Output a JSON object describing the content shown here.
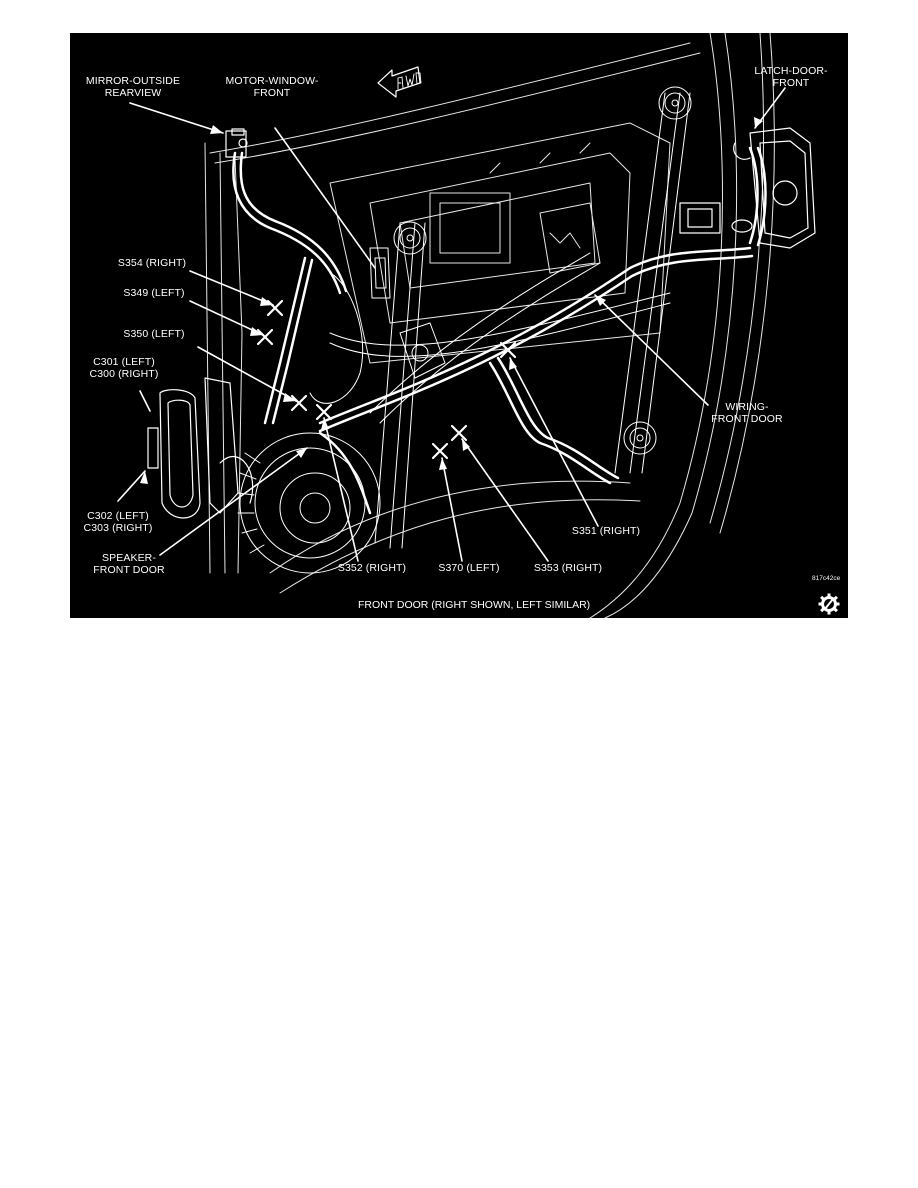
{
  "figure": {
    "caption": "FRONT DOOR  (RIGHT SHOWN, LEFT SIMILAR)",
    "figure_code": "817c42ce",
    "direction_indicator": "FWD",
    "background_color": "#000000",
    "line_color": "#ffffff",
    "icons": [
      "fwd-arrow-icon",
      "gear-symbol-icon"
    ]
  },
  "labels": {
    "mirror": {
      "line1": "MIRROR-OUTSIDE",
      "line2": "REARVIEW"
    },
    "motor_window": {
      "line1": "MOTOR-WINDOW-",
      "line2": "FRONT"
    },
    "latch_door": {
      "line1": "LATCH-DOOR-",
      "line2": "FRONT"
    },
    "s354": "S354 (RIGHT)",
    "s349": "S349 (LEFT)",
    "s350": "S350 (LEFT)",
    "c301_c300": {
      "line1": "C301 (LEFT)",
      "line2": "C300 (RIGHT)"
    },
    "wiring": {
      "line1": "WIRING-",
      "line2": "FRONT DOOR"
    },
    "c302_c303": {
      "line1": "C302 (LEFT)",
      "line2": "C303 (RIGHT)"
    },
    "speaker": {
      "line1": "SPEAKER-",
      "line2": "FRONT DOOR"
    },
    "s351": "S351 (RIGHT)",
    "s352": "S352 (RIGHT)",
    "s370": "S370 (LEFT)",
    "s353": "S353 (RIGHT)"
  }
}
